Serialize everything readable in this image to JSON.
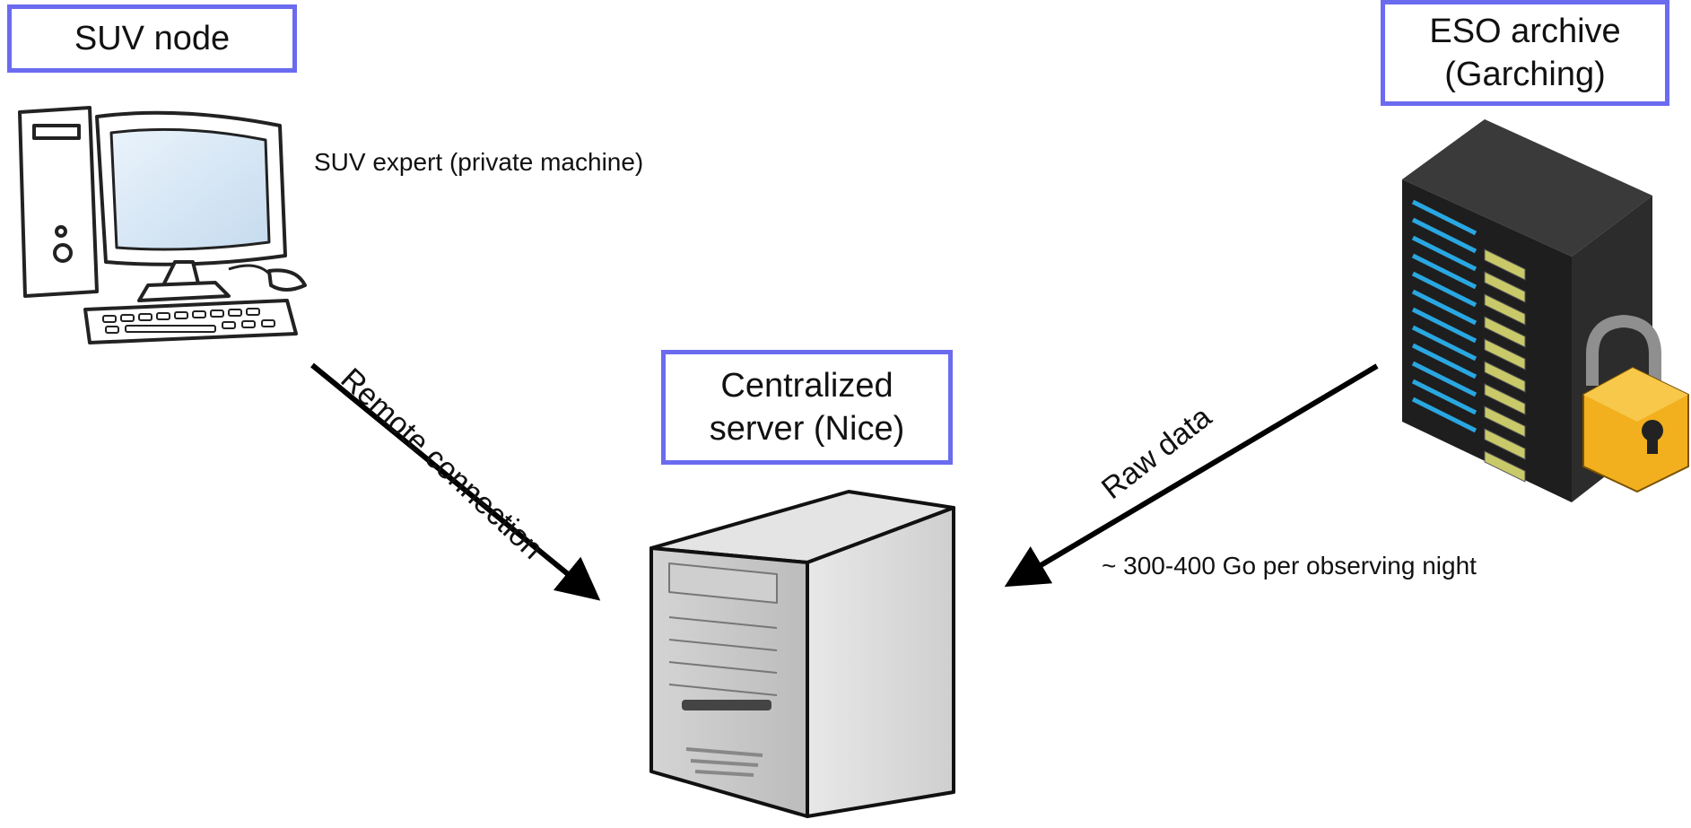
{
  "nodes": {
    "suv": {
      "title": "SUV node",
      "note": "SUV expert (private machine)"
    },
    "eso": {
      "title_line1": "ESO archive",
      "title_line2": "(Garching)"
    },
    "central": {
      "title_line1": "Centralized",
      "title_line2": "server (Nice)"
    }
  },
  "edges": {
    "remote": {
      "label": "Remote connection"
    },
    "raw": {
      "label": "Raw data",
      "note": "~ 300-400 Go per observing night"
    }
  },
  "icons": {
    "suv_machine": "desktop-computer-icon",
    "eso_server": "locked-server-rack-icon",
    "central_server": "tower-server-icon"
  },
  "colors": {
    "box_border": "#6b6bf0",
    "arrow": "#000000",
    "rack_led": "#2aa7e0",
    "lock": "#f2b01e"
  }
}
